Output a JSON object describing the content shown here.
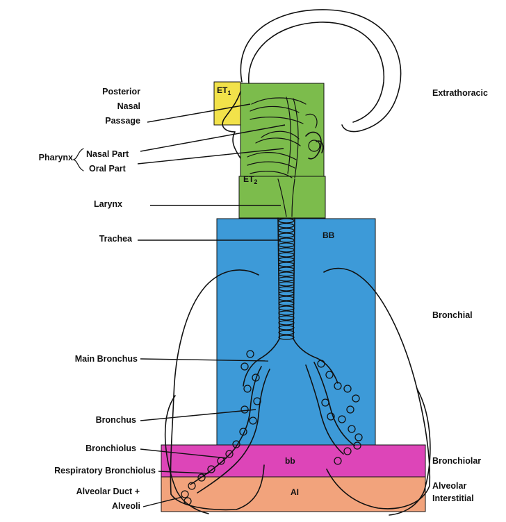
{
  "colors": {
    "et1": "#f2e24a",
    "et2": "#7cbc4c",
    "bb": "#3d9ad8",
    "bb_small": "#dd45b8",
    "al": "#f2a37c"
  },
  "zones": {
    "et1": {
      "main": "ET",
      "sub": "1"
    },
    "et2": {
      "main": "ET",
      "sub": "2"
    },
    "bb": "BB",
    "bb_small": "bb",
    "al": "AI"
  },
  "left_labels": {
    "posterior_nasal_passage": [
      "Posterior",
      "Nasal",
      "Passage"
    ],
    "pharynx": "Pharynx",
    "nasal_part": "Nasal Part",
    "oral_part": "Oral Part",
    "larynx": "Larynx",
    "trachea": "Trachea",
    "main_bronchus": "Main Bronchus",
    "bronchus": "Bronchus",
    "bronchiolus": "Bronchiolus",
    "respiratory_bronchiolus": "Respiratory Bronchiolus",
    "alveolar_duct": [
      "Alveolar Duct +",
      "Alveoli"
    ]
  },
  "right_labels": {
    "extrathoracic": "Extrathoracic",
    "bronchial": "Bronchial",
    "bronchiolar": "Bronchiolar",
    "alveolar_interstitial": [
      "Alveolar",
      "Interstitial"
    ]
  }
}
